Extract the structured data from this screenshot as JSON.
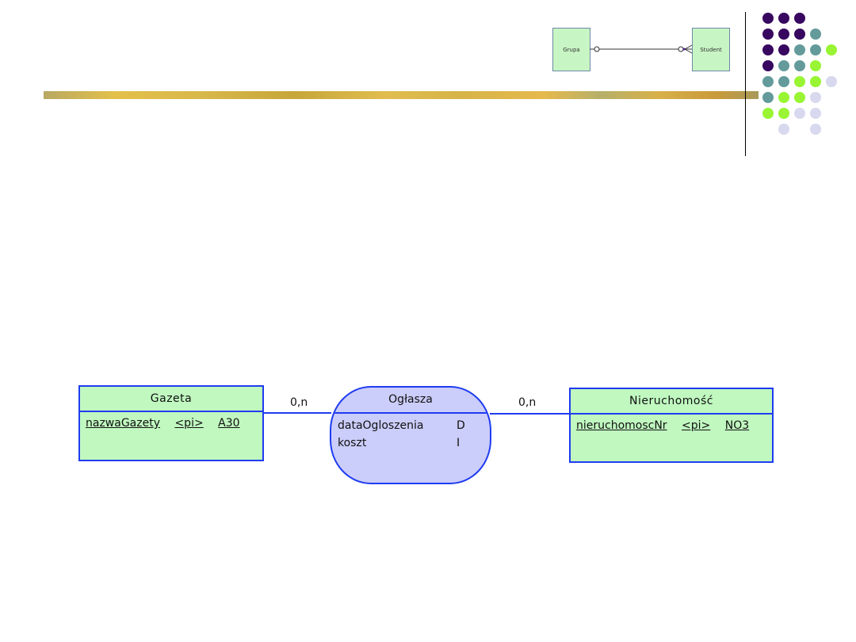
{
  "header_illustration": {
    "left_entity": "Grupa",
    "right_entity": "Student",
    "relationship": "optional one-to-many"
  },
  "decoration": {
    "dot_colors": {
      "P": "#38075f",
      "T": "#649a9a",
      "G": "#99f533",
      "L": "#d8d8ee"
    },
    "dot_grid": [
      "PPP",
      "PPPT",
      "PPTTG",
      "PTTG",
      "TTGGL",
      "TGGL",
      "GGLL",
      " L L"
    ]
  },
  "diagram": {
    "entities": [
      {
        "name": "Gazeta",
        "attributes": [
          {
            "name": "nazwaGazety",
            "key": "<pi>",
            "type": "A30"
          }
        ]
      },
      {
        "name": "Nieruchomość",
        "attributes": [
          {
            "name": "nieruchomoscNr",
            "key": "<pi>",
            "type": "NO3"
          }
        ]
      }
    ],
    "relationship": {
      "name": "Ogłasza",
      "attributes": [
        {
          "name": "dataOgloszenia",
          "type": "D"
        },
        {
          "name": "koszt",
          "type": "I"
        }
      ]
    },
    "cardinalities": {
      "left": "0,n",
      "right": "0,n"
    }
  }
}
